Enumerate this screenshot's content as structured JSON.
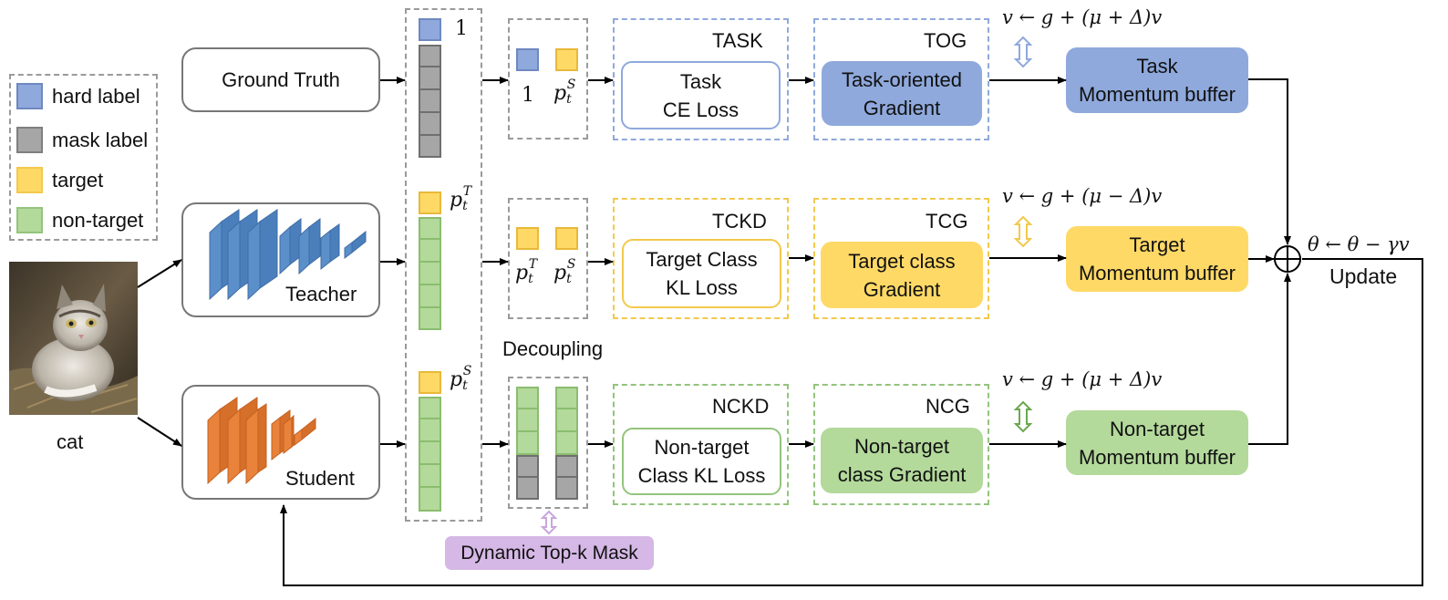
{
  "legend": {
    "hard_label": "hard label",
    "mask_label": "mask label",
    "target": "target",
    "non_target": "non-target"
  },
  "input_label": "cat",
  "nodes": {
    "ground_truth": "Ground Truth",
    "teacher": "Teacher",
    "student": "Student"
  },
  "column_labels": {
    "hard_one": "1",
    "pt_T": "p",
    "pt_S": "p",
    "sup_T": "T",
    "sup_S": "S",
    "sub_t": "t"
  },
  "decoupling": "Decoupling",
  "mask_button": "Dynamic Top-k Mask",
  "rows": {
    "task": {
      "group_title": "TASK",
      "loss": [
        "Task",
        "CE Loss"
      ],
      "grad_title": "TOG",
      "grad": [
        "Task-oriented",
        "Gradient"
      ],
      "update_rule": "v ← g + (μ + Δ)v",
      "buffer": [
        "Task",
        "Momentum buffer"
      ]
    },
    "tckd": {
      "group_title": "TCKD",
      "loss": [
        "Target Class",
        "KL Loss"
      ],
      "grad_title": "TCG",
      "grad": [
        "Target class",
        "Gradient"
      ],
      "update_rule": "v ← g + (μ − Δ)v",
      "buffer": [
        "Target",
        "Momentum buffer"
      ]
    },
    "nckd": {
      "group_title": "NCKD",
      "loss": [
        "Non-target",
        "Class KL Loss"
      ],
      "grad_title": "NCG",
      "grad": [
        "Non-target",
        "class Gradient"
      ],
      "update_rule": "v ← g + (μ + Δ)v",
      "buffer": [
        "Non-target",
        "Momentum buffer"
      ]
    }
  },
  "param_update": "θ ← θ − γv",
  "update_label": "Update",
  "colors": {
    "blue_fill": "#8fa9dc",
    "blue_border": "#7b93c9",
    "gray_fill": "#a6a6a6",
    "gray_border": "#7f7f7f",
    "yellow_fill": "#ffd966",
    "yellow_border": "#f2c94c",
    "green_fill": "#b3d99b",
    "green_border": "#93c47d",
    "purple_fill": "#d5b8e5",
    "teacher_blue": "#5b8fc9",
    "student_orange": "#e9823a"
  }
}
